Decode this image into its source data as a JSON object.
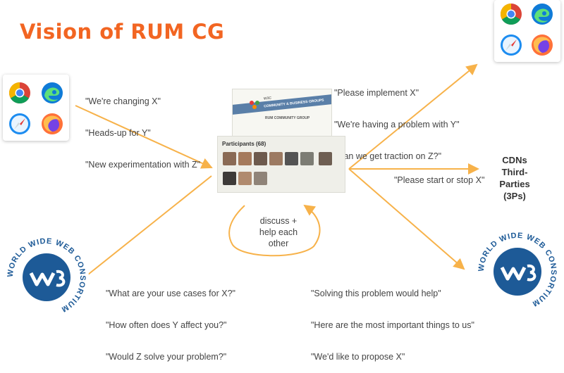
{
  "title": "Vision of RUM CG",
  "quotes": {
    "left_top": [
      "\"We're changing X\"",
      "\"Heads-up for Y\"",
      "\"New experimentation with Z\""
    ],
    "right_top": [
      "\"Please implement X\"",
      "\"We're having a problem with Y\"",
      "\"Can we get traction on Z?\""
    ],
    "right_middle": "\"Please start or stop X\"",
    "left_bottom": [
      "\"What are your use cases for X?\"",
      "\"How often does Y affect you?\"",
      "\"Would Z solve your problem?\""
    ],
    "right_bottom": [
      "\"Solving this problem would help\"",
      "\"Here are the most important things to us\"",
      "\"We'd like to propose X\""
    ]
  },
  "cdn_block": [
    "CDNs",
    "Third-Parties",
    "(3Ps)"
  ],
  "discuss": [
    "discuss +",
    "help each",
    "other"
  ],
  "group_page": {
    "banner_subtitle": "W3C",
    "banner_band": "COMMUNITY & BUSINESS GROUPS",
    "group_name": "RUM COMMUNITY GROUP",
    "participants_label": "Participants (68)"
  },
  "w3c_seal_text": "WORLD WIDE WEB CONSORTIUM",
  "colors": {
    "title": "#f26522",
    "arrow": "#f7b24a",
    "w3c_blue": "#1d5a97",
    "chrome_red": "#db4437",
    "chrome_yellow": "#f4b400",
    "chrome_green": "#0f9d58",
    "chrome_blue": "#4285f4",
    "edge": "#0f7bd7",
    "safari": "#1c8cf0",
    "firefox": "#ff7139"
  },
  "icons": [
    "chrome-icon",
    "edge-icon",
    "safari-icon",
    "firefox-icon"
  ]
}
